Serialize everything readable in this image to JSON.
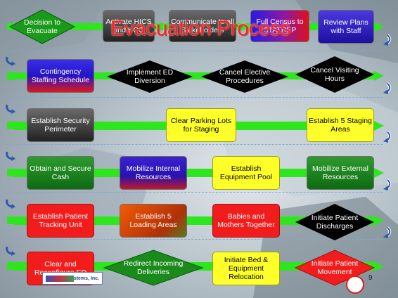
{
  "title": "Evacuation Process",
  "page_number": "9",
  "logo_text": "Systems, Inc.",
  "rows": [
    [
      {
        "label": "Decision to Evacuate",
        "shape": "diamond",
        "fill": "#1a9a1a"
      },
      {
        "label": "Activate HICS and HCC",
        "shape": "rect",
        "fill": "#2b2b2b"
      },
      {
        "label": "Communicate to all Stakeholders",
        "shape": "rect",
        "fill": "#2b2b2b"
      },
      {
        "label": "Full Census to STATREP",
        "shape": "rect",
        "fill": "#5a1ac0"
      },
      {
        "label": "Review Plans with Staff",
        "shape": "rect",
        "fill": "#2a1ad8"
      }
    ],
    [
      {
        "label": "Contingency Staffing Schedule",
        "shape": "rect",
        "fill": "#3a20d8"
      },
      {
        "label": "Implement ED Diversion",
        "shape": "diamond",
        "fill": "#000000"
      },
      {
        "label": "Cancel Elective Procedures",
        "shape": "diamond",
        "fill": "#000000"
      },
      {
        "label": "Cancel Visiting Hours",
        "shape": "diamond",
        "fill": "#000000"
      }
    ],
    [
      {
        "label": "Establish Security Perimeter",
        "shape": "rect",
        "fill": "#2b2b2b"
      },
      {
        "label": "Clear Parking Lots for Staging",
        "shape": "rect",
        "fill": "#ffff2a"
      },
      {
        "label": "Establish 5 Staging Areas",
        "shape": "rect",
        "fill": "#ffff2a"
      }
    ],
    [
      {
        "label": "Obtain and Secure Cash",
        "shape": "rect",
        "fill": "#1a7a1a"
      },
      {
        "label": "Mobilize Internal Resources",
        "shape": "rect",
        "fill": "#4a20c8"
      },
      {
        "label": "Establish Equipment Pool",
        "shape": "rect",
        "fill": "#ffff2a"
      },
      {
        "label": "Mobilize External Resources",
        "shape": "rect",
        "fill": "#1a7a1a"
      }
    ],
    [
      {
        "label": "Establish Patient Tracking Unit",
        "shape": "rect",
        "fill": "#f21c1c"
      },
      {
        "label": "Establish 5 Loading Areas",
        "shape": "rect",
        "fill": "#d84010"
      },
      {
        "label": "Babies and Mothers Together",
        "shape": "rect",
        "fill": "#f21c1c"
      },
      {
        "label": "Initiate Patient Discharges",
        "shape": "diamond",
        "fill": "#000000"
      }
    ],
    [
      {
        "label": "Clear and Reconfigure ED",
        "shape": "rect",
        "fill": "#f21c1c"
      },
      {
        "label": "Redirect Incoming Deliveries",
        "shape": "diamond",
        "fill": "#1a8a1a"
      },
      {
        "label": "Initiate Bed & Equipment Relocation",
        "shape": "rect",
        "fill": "#ffff2a"
      },
      {
        "label": "Initiate Patient Movement",
        "shape": "diamond",
        "fill": "#f21c1c"
      }
    ]
  ]
}
